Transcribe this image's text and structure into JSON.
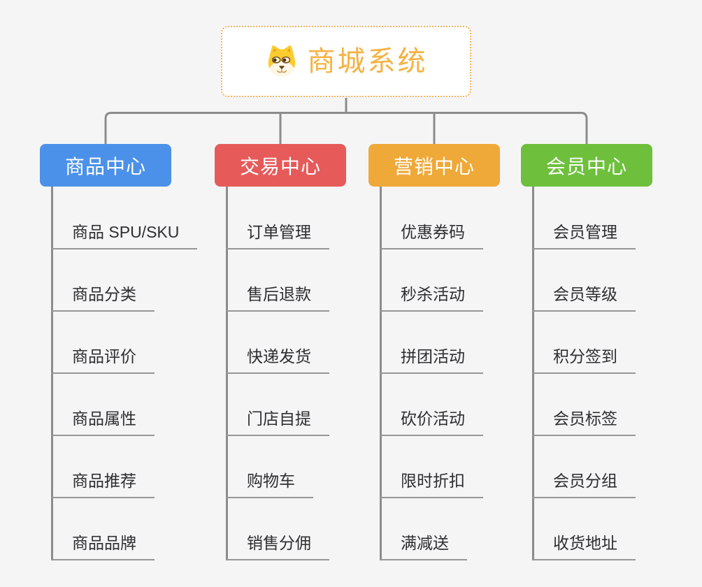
{
  "root": {
    "title": "商城系统",
    "icon": "dog-face-icon"
  },
  "branches": [
    {
      "label": "商品中心",
      "color": "#4B91E9",
      "children": [
        "商品 SPU/SKU",
        "商品分类",
        "商品评价",
        "商品属性",
        "商品推荐",
        "商品品牌"
      ]
    },
    {
      "label": "交易中心",
      "color": "#E65A5A",
      "children": [
        "订单管理",
        "售后退款",
        "快递发货",
        "门店自提",
        "购物车",
        "销售分佣"
      ]
    },
    {
      "label": "营销中心",
      "color": "#EFA938",
      "children": [
        "优惠券码",
        "秒杀活动",
        "拼团活动",
        "砍价活动",
        "限时折扣",
        "满减送"
      ]
    },
    {
      "label": "会员中心",
      "color": "#6EC03C",
      "children": [
        "会员管理",
        "会员等级",
        "积分签到",
        "会员标签",
        "会员分组",
        "收货地址"
      ]
    }
  ],
  "colors": {
    "background": "#F5F5F6",
    "root_border": "#F2B25C",
    "root_text": "#F5B243",
    "connector_line": "#8C8C8C",
    "leaf_underline": "#969696",
    "leaf_text": "#2E2E31"
  }
}
